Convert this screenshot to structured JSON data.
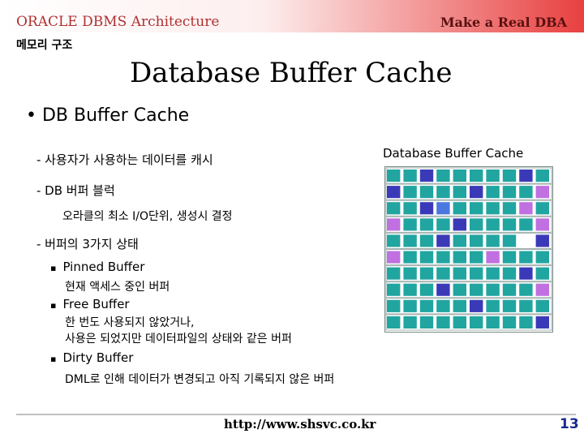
{
  "header": {
    "left_title": "ORACLE DBMS Architecture",
    "right_title": "Make a Real DBA",
    "subtitle": "메모리 구조"
  },
  "slide": {
    "title": "Database Buffer Cache",
    "bullet_main": "• DB Buffer Cache",
    "items": {
      "cache_desc": "- 사용자가 사용하는 데이터를 캐시",
      "block": "- DB 버퍼 블럭",
      "block_desc": "오라클의 최소 I/O단위, 생성시 결정",
      "states": "- 버퍼의 3가지 상태",
      "pinned_label": "Pinned Buffer",
      "pinned_desc": "현재 액세스 중인 버퍼",
      "free_label": "Free Buffer",
      "free_desc_1": "한 번도 사용되지 않았거나,",
      "free_desc_2": "사용은 되었지만 데이터파일의 상태와 같은 버퍼",
      "dirty_label": "Dirty Buffer",
      "dirty_desc": "DML로 인해 데이터가 변경되고 아직 기록되지 않은 버퍼"
    },
    "bullet_square": "▪"
  },
  "diagram": {
    "label": "Database Buffer Cache",
    "colors": {
      "free": "#21a5a0",
      "dirty": "#3a3ab8",
      "pinned": "#c070e0",
      "light_blue": "#4a78e0",
      "empty": "#ffffff"
    },
    "legend_codes": "0=free, 1=dirty, 2=pinned, 3=light_blue, 4=empty",
    "grid": [
      [
        0,
        0,
        1,
        0,
        0,
        0,
        0,
        0,
        1,
        0
      ],
      [
        1,
        0,
        0,
        0,
        0,
        1,
        0,
        0,
        0,
        2
      ],
      [
        0,
        0,
        1,
        3,
        0,
        0,
        0,
        0,
        2,
        0
      ],
      [
        2,
        0,
        0,
        0,
        1,
        0,
        0,
        0,
        0,
        2
      ],
      [
        0,
        0,
        0,
        1,
        0,
        0,
        0,
        0,
        4,
        1
      ],
      [
        2,
        0,
        0,
        0,
        0,
        0,
        2,
        0,
        0,
        0
      ],
      [
        0,
        0,
        0,
        0,
        0,
        0,
        0,
        0,
        1,
        0
      ],
      [
        0,
        0,
        0,
        1,
        0,
        0,
        0,
        0,
        0,
        2
      ],
      [
        0,
        0,
        0,
        0,
        0,
        1,
        0,
        0,
        0,
        0
      ],
      [
        0,
        0,
        0,
        0,
        0,
        0,
        0,
        0,
        0,
        1
      ]
    ]
  },
  "footer": {
    "url": "http://www.shsvc.co.kr",
    "page_number": "13"
  }
}
